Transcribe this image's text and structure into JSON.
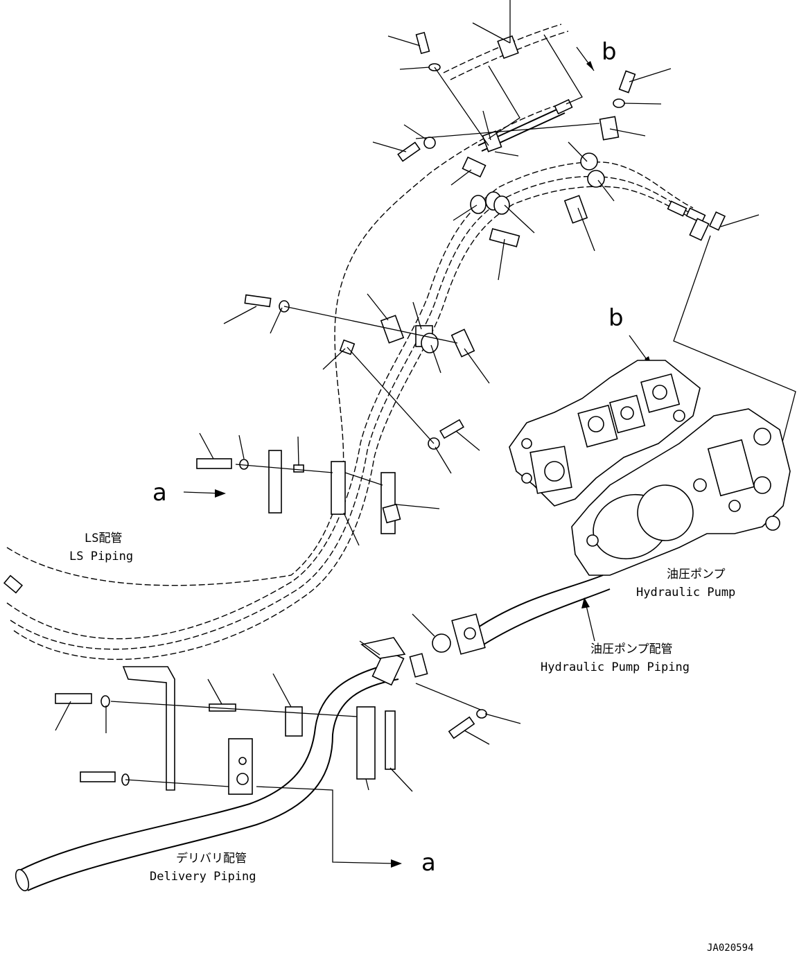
{
  "labels": {
    "ls_jp": "LS配管",
    "ls_en": "LS Piping",
    "pump_jp": "油圧ポンプ",
    "pump_en": "Hydraulic Pump",
    "pump_piping_jp": "油圧ポンプ配管",
    "pump_piping_en": "Hydraulic Pump Piping",
    "delivery_jp": "デリバリ配管",
    "delivery_en": "Delivery Piping",
    "ref_a1": "a",
    "ref_a2": "a",
    "ref_b1": "b",
    "ref_b2": "b",
    "drawing_id": "JA020594"
  }
}
